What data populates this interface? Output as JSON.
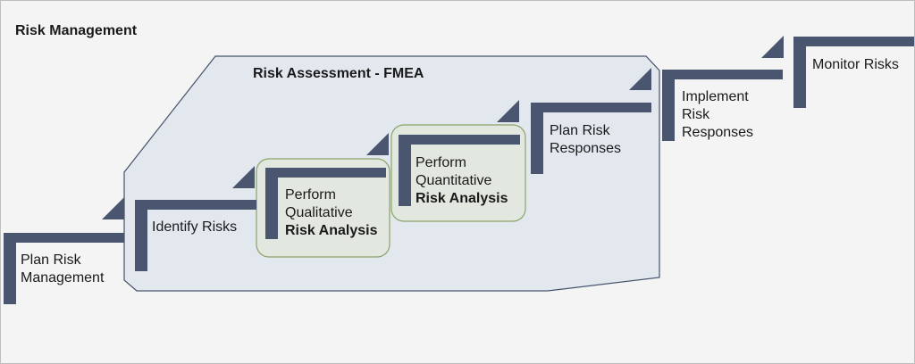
{
  "title": "Risk Management",
  "colors": {
    "step": "#4a5670",
    "assessment_fill": "#e3e8ef",
    "assessment_border": "#44536b",
    "highlight_fill": "#e2e7df",
    "highlight_border": "#8aa36a",
    "background": "#f4f4f4"
  },
  "assessment": {
    "label": "Risk Assessment - FMEA"
  },
  "steps": [
    {
      "id": "plan-risk-management",
      "lines": [
        "Plan Risk",
        "Management"
      ]
    },
    {
      "id": "identify-risks",
      "lines": [
        "Identify Risks"
      ]
    },
    {
      "id": "qualitative",
      "lines": [
        "Perform",
        "Qualitative"
      ],
      "bold": "Risk Analysis"
    },
    {
      "id": "quantitative",
      "lines": [
        "Perform",
        "Quantitative"
      ],
      "bold": "Risk Analysis"
    },
    {
      "id": "plan-risk-responses",
      "lines": [
        "Plan Risk",
        "Responses"
      ]
    },
    {
      "id": "implement-risk-responses",
      "lines": [
        "Implement",
        "Risk",
        "Responses"
      ]
    },
    {
      "id": "monitor-risks",
      "lines": [
        "Monitor Risks"
      ]
    }
  ]
}
